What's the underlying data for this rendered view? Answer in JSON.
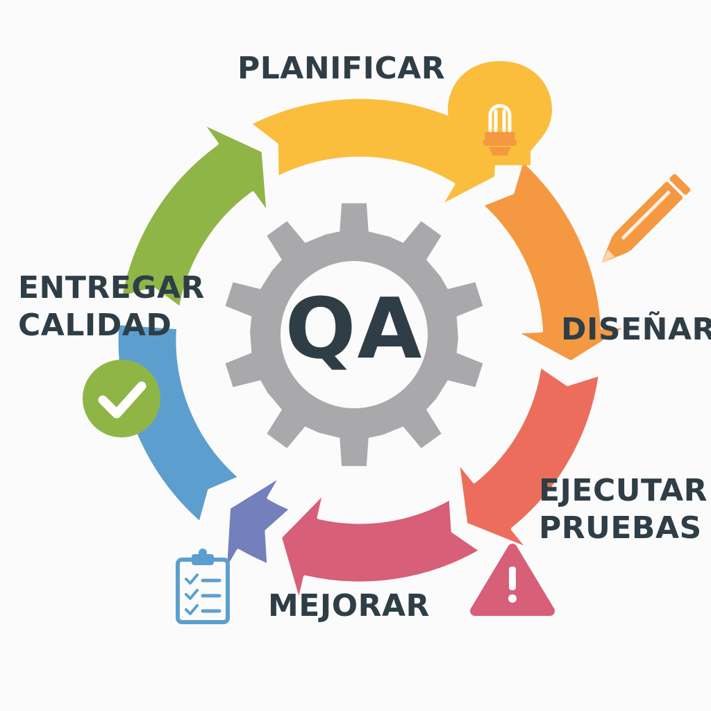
{
  "center": {
    "text": "QA"
  },
  "steps": [
    {
      "id": "planificar",
      "lines": [
        "PLANIFICAR"
      ],
      "color": "#fbbd3c",
      "icon": "lightbulb-icon"
    },
    {
      "id": "disenar",
      "lines": [
        "DISEÑAR"
      ],
      "color": "#f59842",
      "icon": "pencil-icon"
    },
    {
      "id": "ejecutar",
      "lines": [
        "EJECUTAR",
        "PRUEBAS"
      ],
      "color": "#ec6d5c",
      "icon": "warning-icon"
    },
    {
      "id": "mejorar",
      "lines": [
        "MEJORAR"
      ],
      "color": "#d75f78",
      "icon": "clipboard-checklist-icon"
    },
    {
      "id": "entregar",
      "lines": [
        "ENTREGAR",
        "CALIDAD"
      ],
      "color": "#8fb547",
      "icon": "checkmark-circle-icon"
    }
  ],
  "segment_colors": {
    "yellow": "#fbbd3c",
    "orange": "#f59842",
    "red": "#ec6d5c",
    "pink": "#d75f78",
    "purple": "#7480bc",
    "blue": "#5c9fce",
    "green": "#8fb547"
  },
  "gear_color": "#a9a9ab",
  "text_color": "#2f3e46"
}
